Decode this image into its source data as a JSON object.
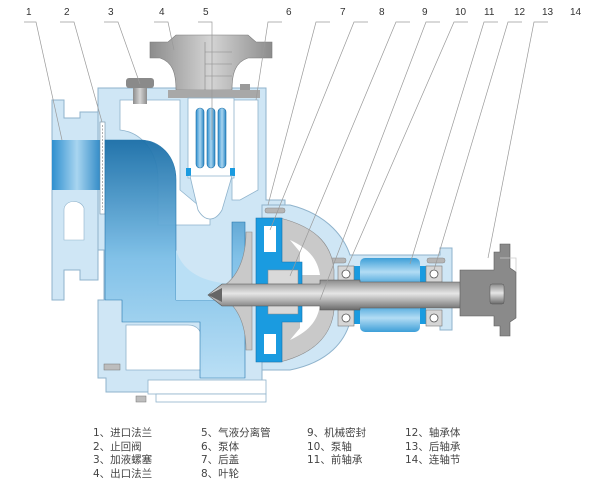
{
  "diagram": {
    "title": "",
    "callouts": [
      "1",
      "2",
      "3",
      "4",
      "5",
      "6",
      "7",
      "8",
      "9",
      "10",
      "11",
      "12",
      "13",
      "14"
    ],
    "colors": {
      "casing": "#cfe6f5",
      "casing_stroke": "#8fb3cc",
      "liquid": "#3d9fd8",
      "liquid_dark": "#1b6fa8",
      "seal_blue": "#1a9be0",
      "metal": "#9a9a9a",
      "metal_dark": "#6d6d6d",
      "impeller": "#c9c9c9"
    }
  },
  "legend": {
    "columns": [
      [
        "1、进口法兰",
        "2、止回阀",
        "3、加液螺塞",
        "4、出口法兰"
      ],
      [
        "5、气液分离管",
        "6、泵体",
        "7、后盖",
        "8、叶轮"
      ],
      [
        "9、机械密封",
        "10、泵轴",
        "11、前轴承"
      ],
      [
        "12、轴承体",
        "13、后轴承",
        "14、连轴节"
      ]
    ]
  }
}
